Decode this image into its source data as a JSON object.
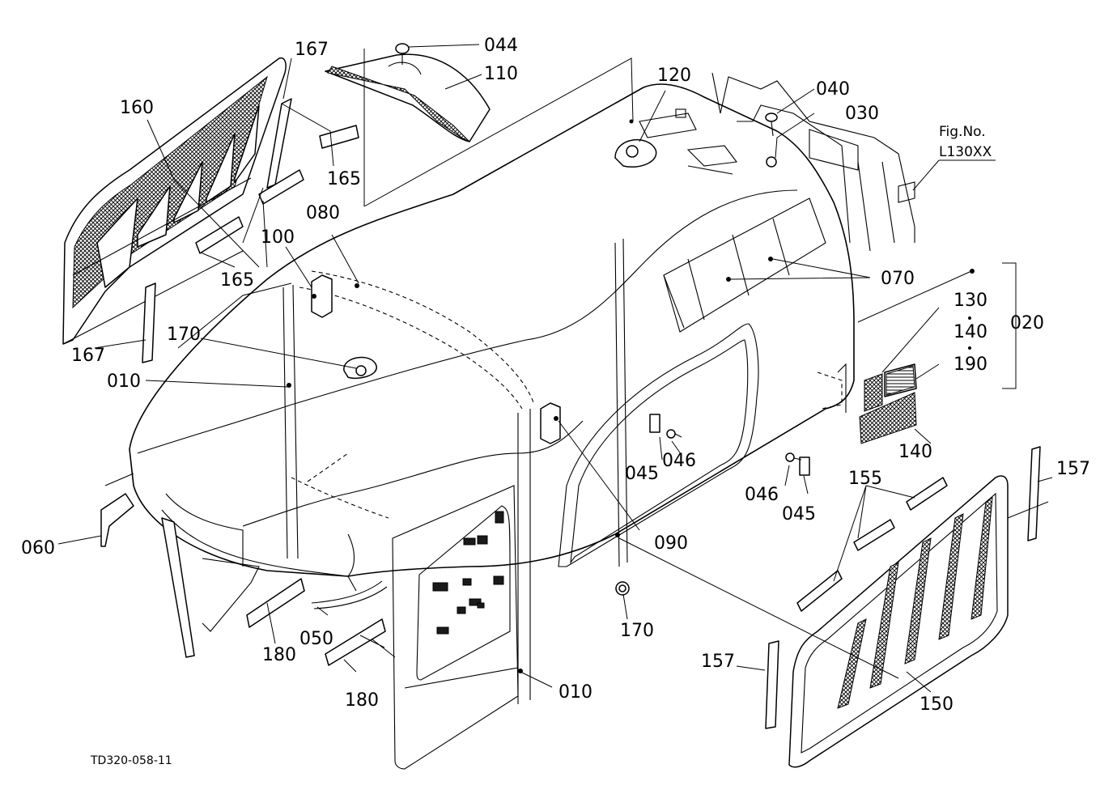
{
  "drawing_code": "TD320-058-11",
  "reference": {
    "line1": "Fig.No.",
    "line2": "L130XX"
  },
  "labels": {
    "l044": "044",
    "l110": "110",
    "l167a": "167",
    "l160": "160",
    "l165a": "165",
    "l120": "120",
    "l040": "040",
    "l030": "030",
    "l165b": "165",
    "l080": "080",
    "l100": "100",
    "l070": "070",
    "l130": "130",
    "l140a": "140",
    "l020": "020",
    "l190": "190",
    "l170a": "170",
    "l167b": "167",
    "l010a": "010",
    "l140b": "140",
    "l045a": "045",
    "l046a": "046",
    "l157a": "157",
    "l046b": "046",
    "l045b": "045",
    "l155": "155",
    "l060": "060",
    "l090": "090",
    "l170b": "170",
    "l050": "050",
    "l180a": "180",
    "l180b": "180",
    "l010b": "010",
    "l157b": "157",
    "l150": "150"
  }
}
